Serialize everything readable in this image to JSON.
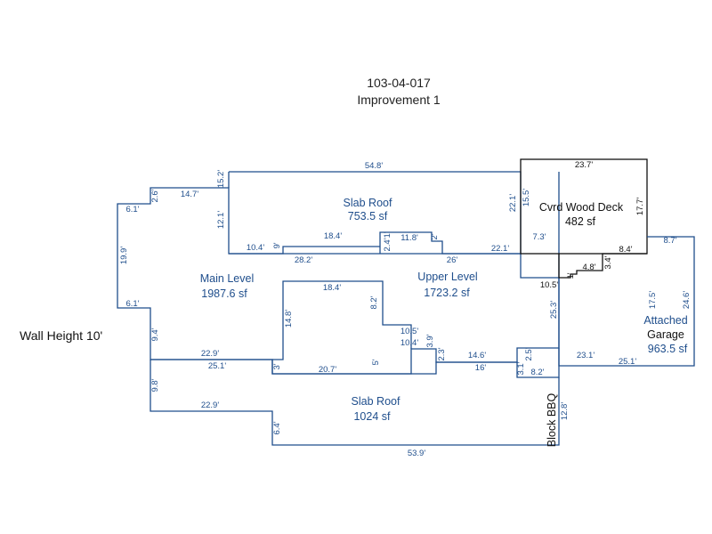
{
  "header": {
    "parcel_id": "103-04-017",
    "improvement": "Improvement 1"
  },
  "wall_height": "Wall Height 10'",
  "areas": {
    "slab_roof_top": {
      "name": "Slab Roof",
      "area": "753.5 sf"
    },
    "main_level": {
      "name": "Main Level",
      "area": "1987.6 sf"
    },
    "upper_level": {
      "name": "Upper Level",
      "area": "1723.2 sf"
    },
    "deck": {
      "name": "Cvrd Wood Deck",
      "area": "482 sf"
    },
    "garage": {
      "name1": "Attached",
      "name2": "Garage",
      "area": "963.5 sf"
    },
    "slab_roof_bottom": {
      "name": "Slab Roof",
      "area": "1024 sf"
    },
    "bbq": {
      "name": "Block BBQ"
    }
  },
  "dims": {
    "d54_8": "54.8'",
    "d15_2": "15.2'",
    "d14_7": "14.7'",
    "d2_6": "2.6'",
    "d6_1a": "6.1'",
    "d12_1": "12.1'",
    "d19_9": "19.9'",
    "d6_1b": "6.1'",
    "d10_4a": "10.4'",
    "d9": "9'",
    "d18_4a": "18.4'",
    "d28_2": "28.2'",
    "d2_4": "2.4'",
    "d1": "1'",
    "d11_8": "11.8'",
    "d2": "2'",
    "d22_1h": "22.1'",
    "d26": "26'",
    "d22_1v": "22.1'",
    "d15_5": "15.5'",
    "d23_7": "23.7'",
    "d17_7": "17.7'",
    "d7_3": "7.3'",
    "d8_4": "8.4'",
    "d8_7": "8.7'",
    "d3_4": "3.4'",
    "d4_8": "4.8'",
    "d1b": "1'",
    "d10_5": "10.5'",
    "d17_5": "17.5'",
    "d24_6": "24.6'",
    "d25_3": "25.3'",
    "d18_4b": "18.4'",
    "d8_2v": "8.2'",
    "d14_8": "14.8'",
    "d9_4": "9.4'",
    "d10_5b": "10.5'",
    "d10_4b": "10.4'",
    "d3_9": "3.9'",
    "d2_3": "2.3'",
    "d14_6": "14.6'",
    "d2_5": "2.5'",
    "d23_1": "23.1'",
    "d25_1r": "25.1'",
    "d22_9a": "22.9'",
    "d25_1l": "25.1'",
    "d3": "3'",
    "d20_7": "20.7'",
    "d5": "5'",
    "d16": "16'",
    "d3_1": "3.1'",
    "d8_2h": "8.2'",
    "d9_8": "9.8'",
    "d22_9b": "22.9'",
    "d6_4": "6.4'",
    "d12_8": "12.8'",
    "d53_9": "53.9'"
  }
}
